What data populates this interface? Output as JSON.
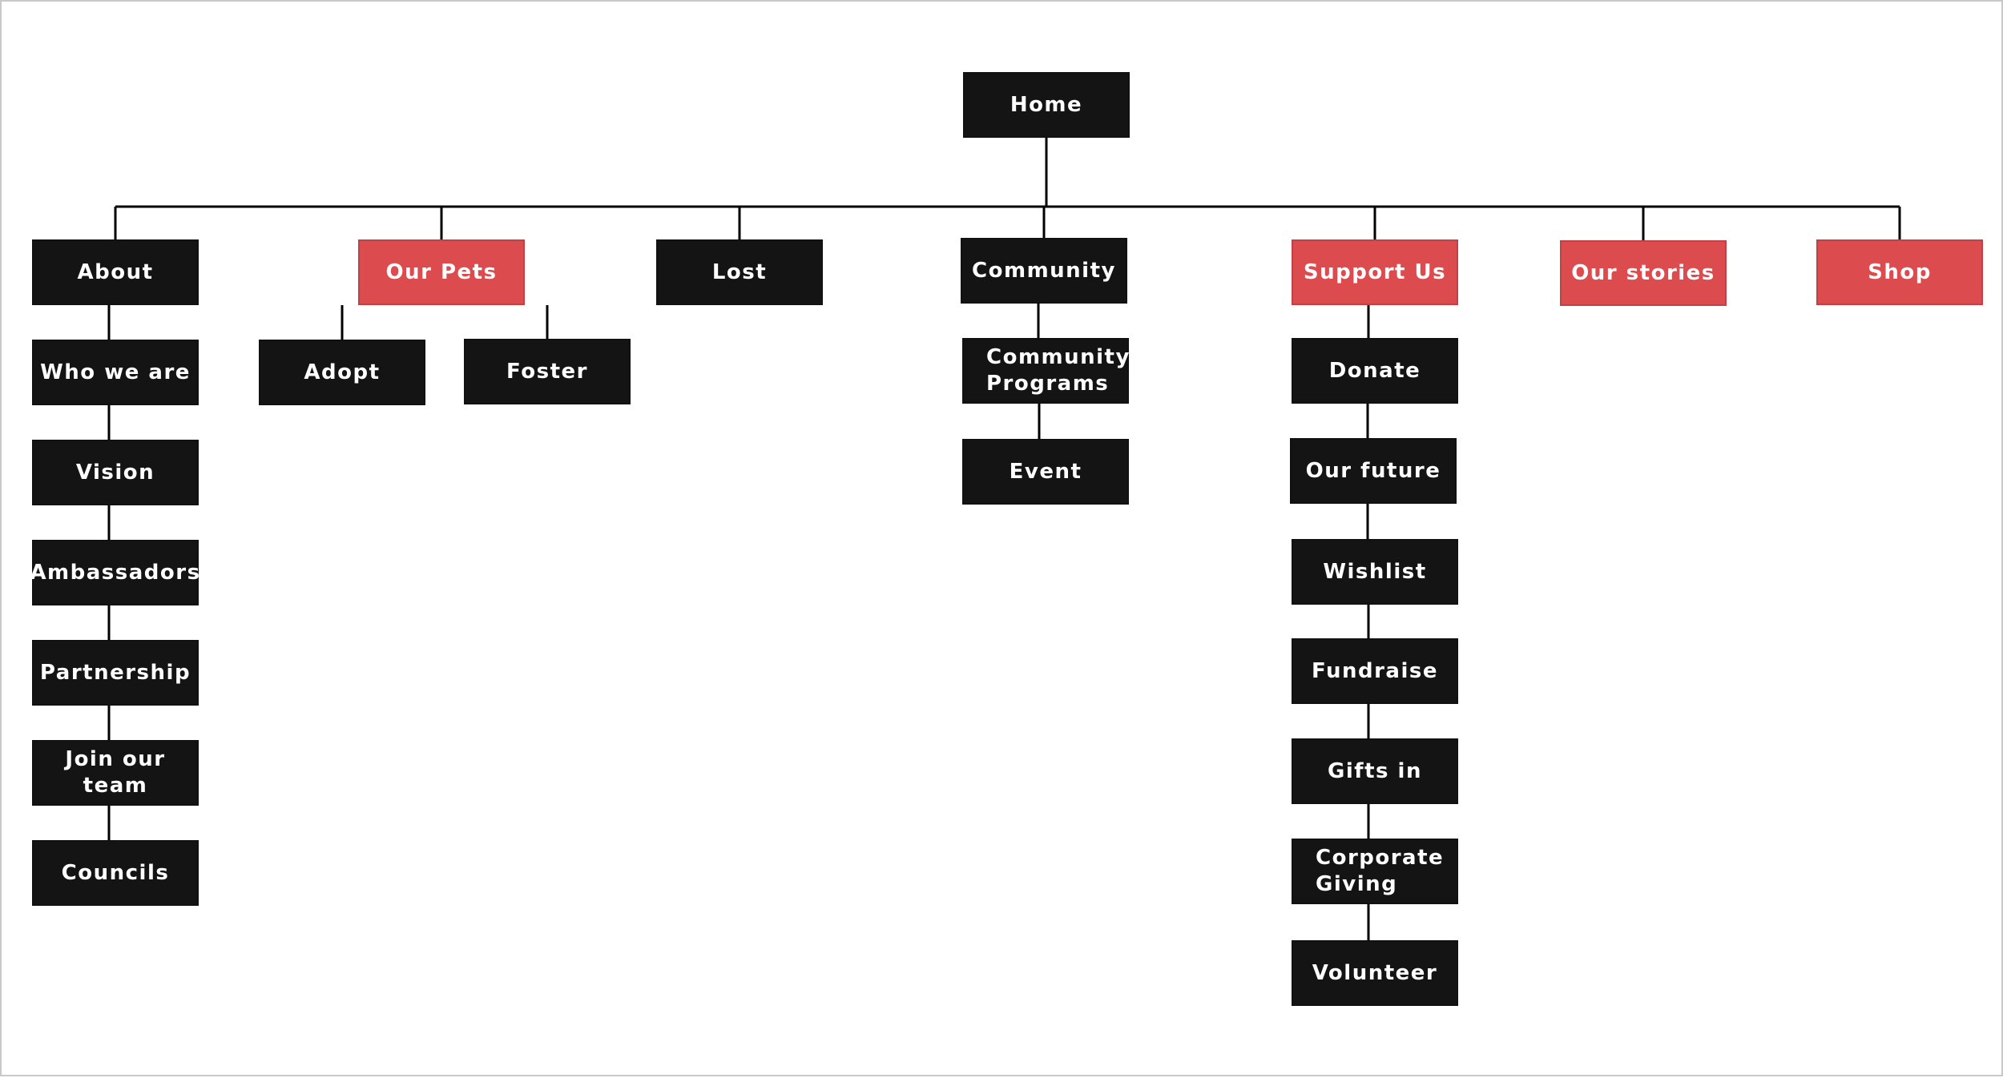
{
  "colors": {
    "node_dark": "#141414",
    "node_accent": "#dc4c4e",
    "text": "#ffffff",
    "connector": "#000000",
    "canvas_border": "#c8c8c8"
  },
  "sitemap": {
    "root": {
      "id": "home",
      "label": "Home",
      "style": "dark"
    },
    "sections": [
      {
        "id": "about",
        "label": "About",
        "style": "dark",
        "children": [
          {
            "id": "who-we-are",
            "label": "Who we are",
            "style": "dark"
          },
          {
            "id": "vision",
            "label": "Vision",
            "style": "dark"
          },
          {
            "id": "ambassadors",
            "label": "Ambassadors",
            "style": "dark"
          },
          {
            "id": "partnership",
            "label": "Partnership",
            "style": "dark"
          },
          {
            "id": "join-our-team",
            "label": "Join our team",
            "style": "dark"
          },
          {
            "id": "councils",
            "label": "Councils",
            "style": "dark"
          }
        ]
      },
      {
        "id": "our-pets",
        "label": "Our Pets",
        "style": "accent",
        "children": [
          {
            "id": "adopt",
            "label": "Adopt",
            "style": "dark"
          },
          {
            "id": "foster",
            "label": "Foster",
            "style": "dark"
          }
        ]
      },
      {
        "id": "lost",
        "label": "Lost",
        "style": "dark",
        "children": []
      },
      {
        "id": "community",
        "label": "Community",
        "style": "dark",
        "children": [
          {
            "id": "community-programs",
            "label": "Community\nPrograms",
            "style": "dark"
          },
          {
            "id": "event",
            "label": "Event",
            "style": "dark"
          }
        ]
      },
      {
        "id": "support-us",
        "label": "Support Us",
        "style": "accent",
        "children": [
          {
            "id": "donate",
            "label": "Donate",
            "style": "dark"
          },
          {
            "id": "our-future",
            "label": "Our future",
            "style": "dark"
          },
          {
            "id": "wishlist",
            "label": "Wishlist",
            "style": "dark"
          },
          {
            "id": "fundraise",
            "label": "Fundraise",
            "style": "dark"
          },
          {
            "id": "gifts-in",
            "label": "Gifts in",
            "style": "dark"
          },
          {
            "id": "corporate-giving",
            "label": "Corporate\nGiving",
            "style": "dark"
          },
          {
            "id": "volunteer",
            "label": "Volunteer",
            "style": "dark"
          }
        ]
      },
      {
        "id": "our-stories",
        "label": "Our stories",
        "style": "accent",
        "children": []
      },
      {
        "id": "shop",
        "label": "Shop",
        "style": "accent",
        "children": []
      }
    ]
  }
}
